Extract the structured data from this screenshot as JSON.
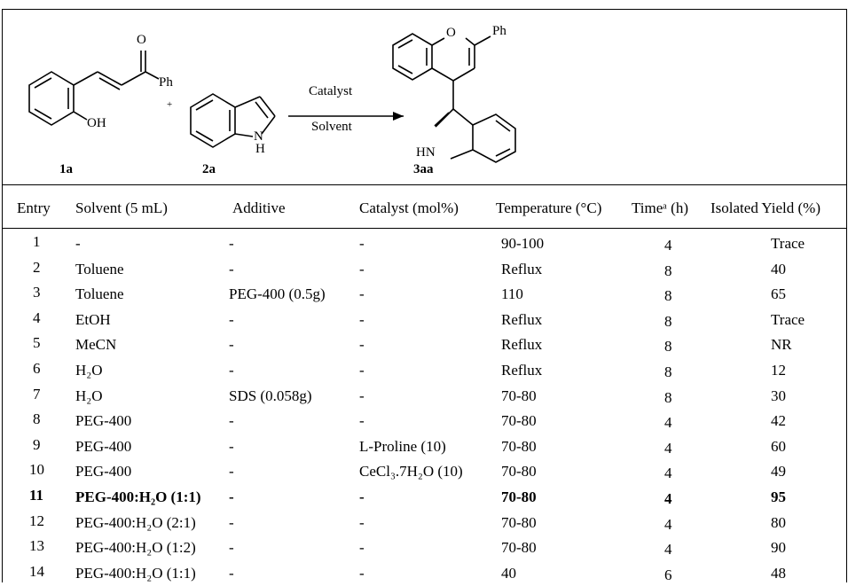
{
  "scheme": {
    "reactant1": {
      "substituent_ketone": "O",
      "substituent_phenyl": "Ph",
      "substituent_oh": "OH",
      "label": "1a"
    },
    "plus": "+",
    "reactant2": {
      "nh_n": "N",
      "nh_h": "H",
      "label": "2a"
    },
    "arrow_above": "Catalyst",
    "arrow_below": "Solvent",
    "product": {
      "ring_o": "O",
      "substituent_phenyl": "Ph",
      "nh": "HN",
      "label": "3aa"
    }
  },
  "table": {
    "headers": [
      "Entry",
      "Solvent (5 mL)",
      "Additive",
      "Catalyst (mol%)",
      "Temperature (°C)",
      "Timeᵃ (h)",
      "Isolated Yield (%)"
    ],
    "rows": [
      {
        "entry": "1",
        "solvent": "-",
        "additive": "-",
        "catalyst": "-",
        "temperature": "90-100",
        "time": "4",
        "yield": "Trace"
      },
      {
        "entry": "2",
        "solvent": "Toluene",
        "additive": "-",
        "catalyst": "-",
        "temperature": "Reflux",
        "time": "8",
        "yield": "40"
      },
      {
        "entry": "3",
        "solvent": "Toluene",
        "additive": "PEG-400 (0.5g)",
        "catalyst": "-",
        "temperature": "110",
        "time": "8",
        "yield": "65"
      },
      {
        "entry": "4",
        "solvent": "EtOH",
        "additive": "-",
        "catalyst": "-",
        "temperature": "Reflux",
        "time": "8",
        "yield": "Trace"
      },
      {
        "entry": "5",
        "solvent": "MeCN",
        "additive": "-",
        "catalyst": "-",
        "temperature": "Reflux",
        "time": "8",
        "yield": "NR"
      },
      {
        "entry": "6",
        "solvent": "H₂O",
        "additive": "-",
        "catalyst": "-",
        "temperature": "Reflux",
        "time": "8",
        "yield": "12"
      },
      {
        "entry": "7",
        "solvent": "H₂O",
        "additive": "SDS (0.058g)",
        "catalyst": "-",
        "temperature": "70-80",
        "time": "8",
        "yield": "30"
      },
      {
        "entry": "8",
        "solvent": "PEG-400",
        "additive": "-",
        "catalyst": "-",
        "temperature": "70-80",
        "time": "4",
        "yield": "42"
      },
      {
        "entry": "9",
        "solvent": "PEG-400",
        "additive": "-",
        "catalyst": "L-Proline (10)",
        "temperature": "70-80",
        "time": "4",
        "yield": "60"
      },
      {
        "entry": "10",
        "solvent": "PEG-400",
        "additive": "-",
        "catalyst": "CeCl₃.7H₂O (10)",
        "temperature": "70-80",
        "time": "4",
        "yield": "49"
      },
      {
        "entry": "11",
        "solvent": "PEG-400:H₂O (1:1)",
        "additive": "-",
        "catalyst": "-",
        "temperature": "70-80",
        "time": "4",
        "yield": "95",
        "bold": true
      },
      {
        "entry": "12",
        "solvent": "PEG-400:H₂O (2:1)",
        "additive": "-",
        "catalyst": "-",
        "temperature": "70-80",
        "time": "4",
        "yield": "80"
      },
      {
        "entry": "13",
        "solvent": "PEG-400:H₂O (1:2)",
        "additive": "-",
        "catalyst": "-",
        "temperature": "70-80",
        "time": "4",
        "yield": "90"
      },
      {
        "entry": "14",
        "solvent": "PEG-400:H₂O (1:1)",
        "additive": "-",
        "catalyst": "-",
        "temperature": "40",
        "time": "6",
        "yield": "48"
      }
    ]
  }
}
